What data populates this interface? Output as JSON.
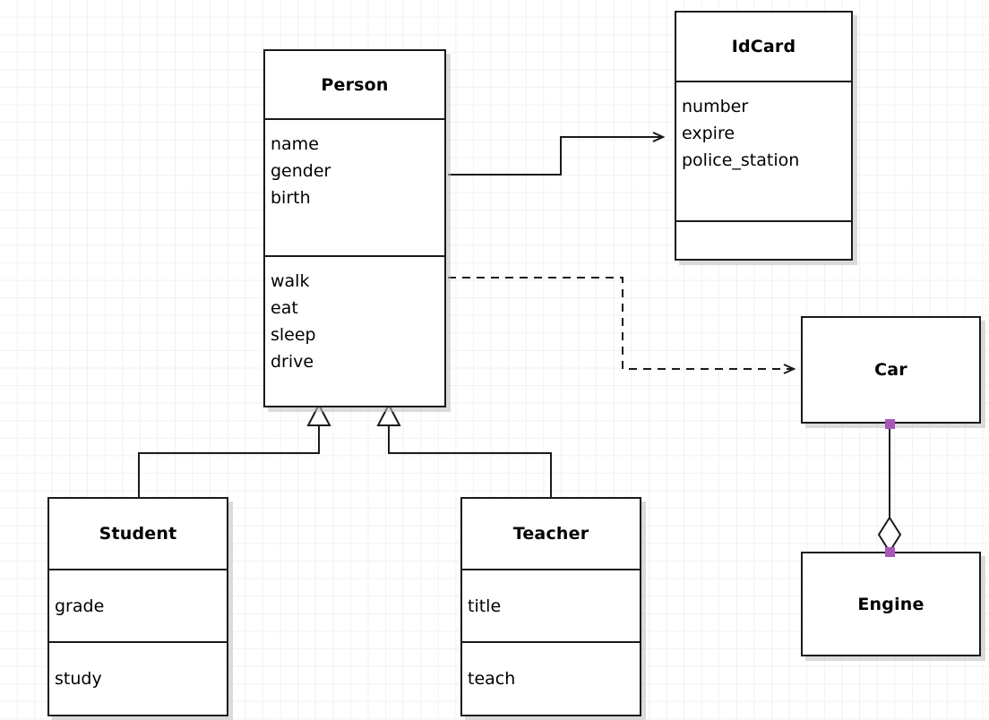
{
  "diagram": {
    "type": "uml-class-diagram",
    "background": "grid",
    "grid_color": "#f1f1f1",
    "line_color": "#1a1a1a",
    "handle_color": "#a857b8",
    "classes": [
      {
        "id": "person",
        "name": "Person",
        "attributes": [
          "name",
          "gender",
          "birth"
        ],
        "methods": [
          "walk",
          "eat",
          "sleep",
          "drive"
        ]
      },
      {
        "id": "idcard",
        "name": "IdCard",
        "attributes": [
          "number",
          "expire",
          "police_station"
        ],
        "methods": []
      },
      {
        "id": "car",
        "name": "Car",
        "attributes": [],
        "methods": []
      },
      {
        "id": "engine",
        "name": "Engine",
        "attributes": [],
        "methods": []
      },
      {
        "id": "student",
        "name": "Student",
        "attributes": [
          "grade"
        ],
        "methods": [
          "study"
        ]
      },
      {
        "id": "teacher",
        "name": "Teacher",
        "attributes": [
          "title"
        ],
        "methods": [
          "teach"
        ]
      }
    ],
    "relations": [
      {
        "id": "person-idcard",
        "from": "Person",
        "to": "IdCard",
        "kind": "association",
        "style": "solid",
        "arrow": "open"
      },
      {
        "id": "person-car",
        "from": "Person",
        "to": "Car",
        "kind": "dependency",
        "style": "dashed",
        "arrow": "open"
      },
      {
        "id": "student-person",
        "from": "Student",
        "to": "Person",
        "kind": "generalization",
        "style": "solid",
        "arrow": "hollow-triangle"
      },
      {
        "id": "teacher-person",
        "from": "Teacher",
        "to": "Person",
        "kind": "generalization",
        "style": "solid",
        "arrow": "hollow-triangle"
      },
      {
        "id": "car-engine",
        "from": "Car",
        "to": "Engine",
        "kind": "aggregation",
        "style": "solid",
        "arrow": "hollow-diamond",
        "selected": true
      }
    ]
  }
}
